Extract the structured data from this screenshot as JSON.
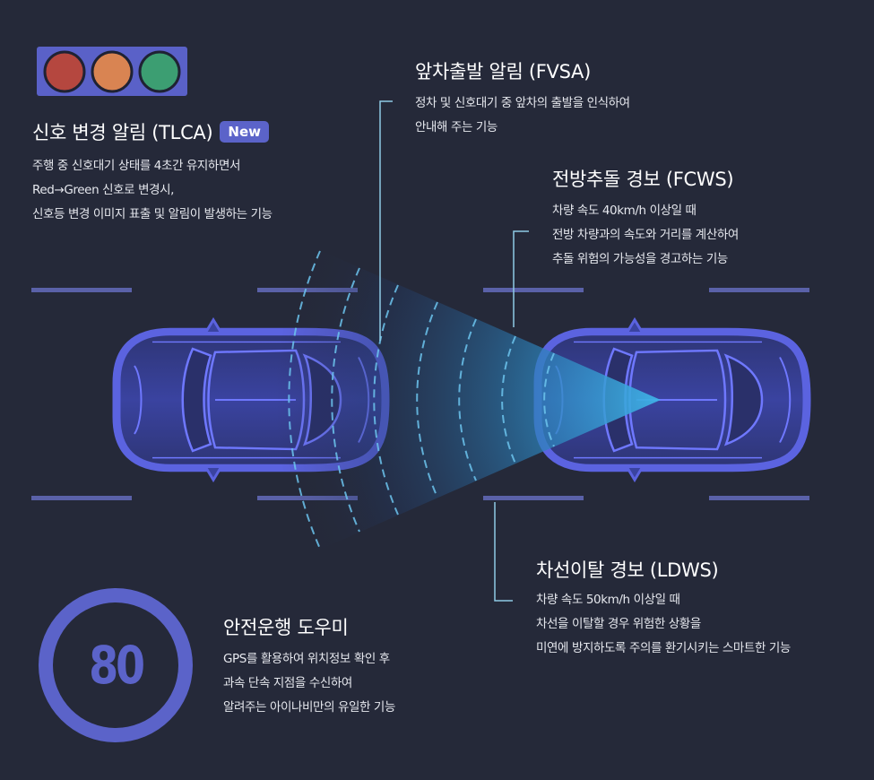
{
  "tlca": {
    "title": "신호 변경 알림 (TLCA)",
    "badge": "New",
    "lines": [
      "주행 중 신호대기 상태를 4초간 유지하면서",
      "Red→Green 신호로 변경시,",
      "신호등 변경 이미지 표출 및 알림이 발생하는 기능"
    ]
  },
  "fvsa": {
    "title": "앞차출발 알림 (FVSA)",
    "lines": [
      "정차 및 신호대기 중 앞차의 출발을 인식하여",
      "안내해 주는 기능"
    ]
  },
  "fcws": {
    "title": "전방추돌 경보 (FCWS)",
    "lines": [
      "차량 속도 40km/h 이상일 때",
      "전방 차량과의 속도와 거리를 계산하여",
      "추돌 위험의 가능성을 경고하는 기능"
    ]
  },
  "ldws": {
    "title": "차선이탈 경보 (LDWS)",
    "lines": [
      "차량 속도 50km/h 이상일 때",
      "차선을 이탈할 경우 위험한 상황을",
      "미연에 방지하도록 주의를 환기시키는 스마트한 기능"
    ]
  },
  "safe": {
    "title": "안전운행 도우미",
    "speed": "80",
    "lines": [
      "GPS를 활용하여 위치정보 확인 후",
      "과속 단속 지점을 수신하여",
      "알려주는 아이나비만의 유일한 기능"
    ]
  },
  "colors": {
    "background": "#252939",
    "accent": "#5b63c9",
    "light_red": "#b5473f",
    "light_orange": "#d98452",
    "light_green": "#3c9e72",
    "sensor": "#3fa0d8"
  },
  "icons": {
    "traffic_light": "traffic-light-icon",
    "speed_sign": "speed-limit-icon",
    "car": "car-icon"
  }
}
